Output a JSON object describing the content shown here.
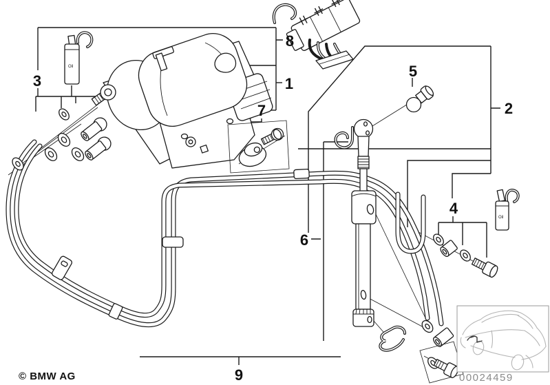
{
  "diagram": {
    "callouts": [
      {
        "label": "1"
      },
      {
        "label": "2"
      },
      {
        "label": "3"
      },
      {
        "label": "4"
      },
      {
        "label": "5"
      },
      {
        "label": "6"
      },
      {
        "label": "7"
      },
      {
        "label": "8"
      },
      {
        "label": "9"
      }
    ],
    "copyright": "© BMW AG",
    "inset_number": "00024459",
    "oil_label": "Oil",
    "colors": {
      "line": "#1a1a1a",
      "sketch": "#b5b5b5",
      "muted_text": "#8a8a8a",
      "background": "#ffffff"
    }
  }
}
